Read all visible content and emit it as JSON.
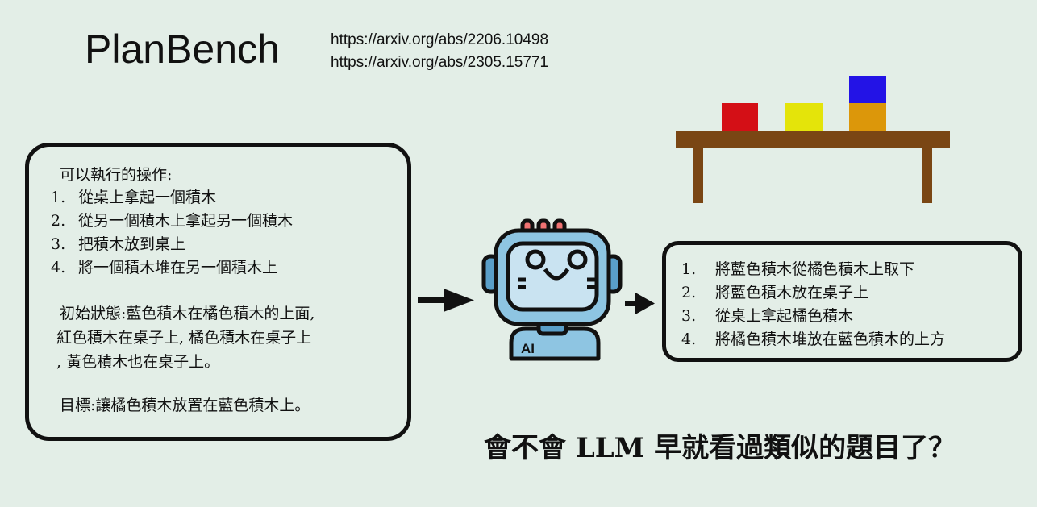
{
  "title": "PlanBench",
  "links": [
    "https://arxiv.org/abs/2206.10498",
    "https://arxiv.org/abs/2305.15771"
  ],
  "input": {
    "actions_heading": "可以執行的操作:",
    "actions": [
      {
        "num": "1.",
        "text": "從桌上拿起一個積木"
      },
      {
        "num": "2.",
        "text": "從另一個積木上拿起另一個積木"
      },
      {
        "num": "3.",
        "text": "把積木放到桌上"
      },
      {
        "num": "4.",
        "text": "將一個積木堆在另一個積木上"
      }
    ],
    "initial_state_lines": [
      "初始狀態:藍色積木在橘色積木的上面,",
      "紅色積木在桌子上, 橘色積木在桌子上",
      ", 黃色積木也在桌子上。"
    ],
    "goal": "目標:讓橘色積木放置在藍色積木上。"
  },
  "robot": {
    "badge": "AI"
  },
  "output": {
    "steps": [
      {
        "num": "1.",
        "text": "將藍色積木從橘色積木上取下"
      },
      {
        "num": "2.",
        "text": "將藍色積木放在桌子上"
      },
      {
        "num": "3.",
        "text": "從桌上拿起橘色積木"
      },
      {
        "num": "4.",
        "text": "將橘色積木堆放在藍色積木的上方"
      }
    ]
  },
  "question": "會不會 LLM 早就看過類似的題目了？",
  "colors": {
    "background": "#e3eee7",
    "table": "#7a4614",
    "block_red": "#d40f16",
    "block_yellow": "#e4e40a",
    "block_blue": "#2313e6",
    "block_orange": "#dc970a",
    "robot_body": "#8ec5e2"
  },
  "icons": [
    "robot-icon",
    "arrow-right-icon",
    "table-with-blocks-illustration"
  ]
}
